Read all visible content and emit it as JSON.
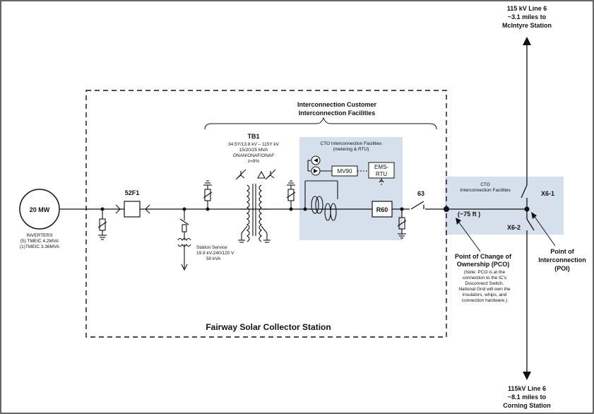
{
  "generator": {
    "label": "20 MW"
  },
  "inverters": {
    "title": "INVERTERS",
    "line1": "(5) TMEIC 4.2MVA",
    "line2": "(1)TMEIC 3.36MVA"
  },
  "breaker": {
    "label": "52F1"
  },
  "transformer": {
    "name": "TB1",
    "line1": "34.5Y/13.8 kV – 115Y kV",
    "line2": "15/20/25 MVA",
    "line3": "ONAN/ONAF/ONAF",
    "line4": "z=9%"
  },
  "station_service": {
    "line1": "Station Service",
    "line2": "19.9 kV-240/120 V",
    "line3": "50 kVA"
  },
  "customer_facilities": {
    "line1": "Interconnection Customer",
    "line2": "Interconnection  Facilities"
  },
  "cto_box": {
    "line1": "CTO Interconnection Facilities",
    "line2": "(metering & RTU)",
    "meter": "MV90",
    "rtu_line1": "EMS-",
    "rtu_line2": "RTU"
  },
  "relay": {
    "label": "R60"
  },
  "switch63": {
    "label": "63"
  },
  "cto_right": {
    "line1": "CTO",
    "line2": "Interconnection Facilities",
    "distance": "(~75 ft )"
  },
  "switches": {
    "x61": "X6-1",
    "x62": "X6-2"
  },
  "line_top": {
    "line1": "115 kV Line 6",
    "line2": "~3.1 miles to",
    "line3": "McIntyre Station"
  },
  "line_bottom": {
    "line1": "115kV Line 6",
    "line2": "~8.1 miles to",
    "line3": "Corning Station"
  },
  "pco": {
    "line1": "Point of Change of",
    "line2": "Ownership (PCO)",
    "note1": "(Note: PCO is at the",
    "note2": "connection to the IC's",
    "note3": "Disconnect Switch.",
    "note4": "National Grid will own the",
    "note5": "insulators, whips, and",
    "note6": "connection hardware.)"
  },
  "poi": {
    "line1": "Point of",
    "line2": "Interconnection",
    "line3": "(POI)"
  },
  "station": {
    "title": "Fairway Solar Collector Station"
  },
  "colors": {
    "shaded": "#d6dfec",
    "line": "#111111"
  }
}
